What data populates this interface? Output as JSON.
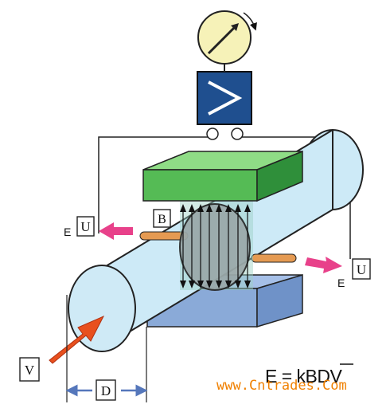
{
  "labels": {
    "u_left": "U",
    "e_left": "E",
    "u_right": "U",
    "e_right": "E",
    "b": "B",
    "v": "V",
    "d": "D"
  },
  "formula": {
    "prefix": "E = kBD",
    "overbar_letter": "V"
  },
  "watermark": "www.Cntrades.Com",
  "colors": {
    "pipe": "#cdeaf7",
    "pipe_stroke": "#222222",
    "magnet_top": "#55bb55",
    "magnet_bottom": "#8aaad8",
    "amplifier": "#1f4f8f",
    "meter": "#f6f2b8",
    "arrow_magenta": "#e8418a",
    "arrow_flow": "#e8501e",
    "electrode": "#e59a52",
    "dimension": "#5577bb",
    "watermark": "#f08000"
  },
  "icons": {
    "meter": "gauge-dial-icon",
    "amplifier": "amplifier-triangle-icon"
  }
}
